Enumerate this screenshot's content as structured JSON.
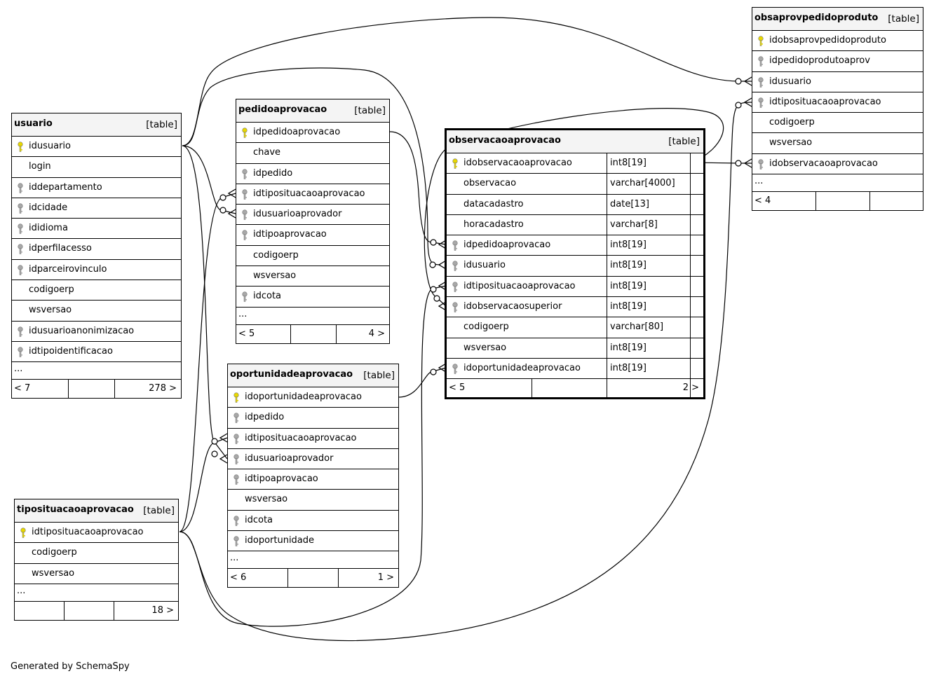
{
  "footer_text": "Generated by SchemaSpy",
  "tables": {
    "usuario": {
      "name": "usuario",
      "type": "[table]",
      "columns": [
        "idusuario",
        "login",
        "iddepartamento",
        "idcidade",
        "ididioma",
        "idperfilacesso",
        "idparceirovinculo",
        "codigoerp",
        "wsversao",
        "idusuarioanonimizacao",
        "idtipoidentificacao"
      ],
      "more": "...",
      "parents": "< 7",
      "children": "278 >"
    },
    "pedidoaprovacao": {
      "name": "pedidoaprovacao",
      "type": "[table]",
      "columns": [
        "idpedidoaprovacao",
        "chave",
        "idpedido",
        "idtiposituacaoaprovacao",
        "idusuarioaprovador",
        "idtipoaprovacao",
        "codigoerp",
        "wsversao",
        "idcota"
      ],
      "more": "...",
      "parents": "< 5",
      "children": "4 >"
    },
    "observacaoaprovacao": {
      "name": "observacaoaprovacao",
      "type": "[table]",
      "columns": [
        "idobservacaoaprovacao",
        "observacao",
        "datacadastro",
        "horacadastro",
        "idpedidoaprovacao",
        "idusuario",
        "idtiposituacaoaprovacao",
        "idobservacaosuperior",
        "codigoerp",
        "wsversao",
        "idoportunidadeaprovacao"
      ],
      "types": [
        "int8[19]",
        "varchar[4000]",
        "date[13]",
        "varchar[8]",
        "int8[19]",
        "int8[19]",
        "int8[19]",
        "int8[19]",
        "varchar[80]",
        "int8[19]",
        "int8[19]"
      ],
      "parents": "< 5",
      "children": "2 >"
    },
    "obsaprovpedidoproduto": {
      "name": "obsaprovpedidoproduto",
      "type": "[table]",
      "columns": [
        "idobsaprovpedidoproduto",
        "idpedidoprodutoaprov",
        "idusuario",
        "idtiposituacaoaprovacao",
        "codigoerp",
        "wsversao",
        "idobservacaoaprovacao"
      ],
      "more": "...",
      "parents": "< 4",
      "children": ""
    },
    "oportunidadeaprovacao": {
      "name": "oportunidadeaprovacao",
      "type": "[table]",
      "columns": [
        "idoportunidadeaprovacao",
        "idpedido",
        "idtiposituacaoaprovacao",
        "idusuarioaprovador",
        "idtipoaprovacao",
        "wsversao",
        "idcota",
        "idoportunidade"
      ],
      "more": "...",
      "parents": "< 6",
      "children": "1 >"
    },
    "tiposituacaoaprovacao": {
      "name": "tiposituacaoaprovacao",
      "type": "[table]",
      "columns": [
        "idtiposituacaoaprovacao",
        "codigoerp",
        "wsversao"
      ],
      "more": "...",
      "parents": "",
      "children": "18 >"
    }
  },
  "colors": {
    "primary_key": "#e8d800",
    "foreign_key": "#a8a8a8",
    "header_bg": "#f4f4f4"
  }
}
